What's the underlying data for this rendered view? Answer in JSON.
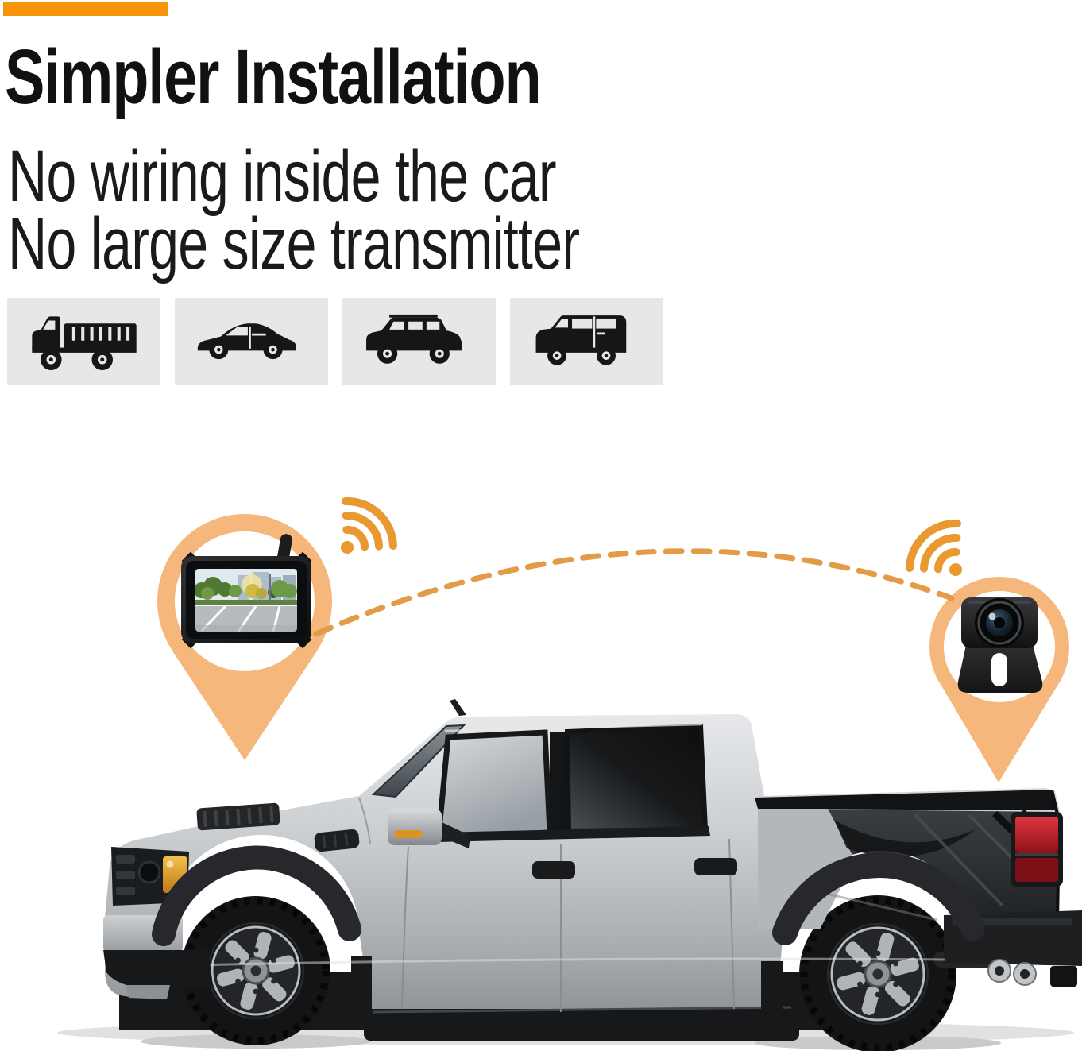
{
  "colors": {
    "accent": "#f7940a",
    "pin": "#f5b77c",
    "wifi": "#e9992f",
    "dash": "#e29c47",
    "icon_box": "#e8e7e7",
    "icon_fill": "#161616",
    "heading_text": "#111111",
    "sub_text": "#1a1a1a"
  },
  "header": {
    "title": "Simpler Installation",
    "subtitle_line1": "No wiring inside the car",
    "subtitle_line2": "No large size transmitter"
  },
  "vehicle_types": [
    {
      "icon": "dump-truck-icon"
    },
    {
      "icon": "sports-car-icon"
    },
    {
      "icon": "suv-icon"
    },
    {
      "icon": "minivan-icon"
    }
  ],
  "diagram": {
    "left_pin": {
      "icon": "wireless-monitor",
      "pin_shape": "location-pin"
    },
    "right_pin": {
      "icon": "backup-camera",
      "pin_shape": "location-pin"
    },
    "link": {
      "icon": "wireless-dashed-link"
    },
    "signals": [
      "wifi-signal-left",
      "wifi-signal-right"
    ]
  },
  "photo": {
    "subject": "silver crew-cab pickup truck, side view facing left"
  }
}
